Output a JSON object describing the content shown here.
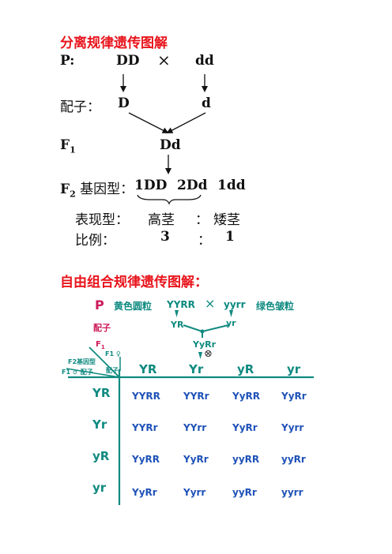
{
  "section1": {
    "title": "分离规律遗传图解",
    "p_label": "P:",
    "p_dd": "DD",
    "cross_symbol": "×",
    "p_rec": "dd",
    "gamete_label": "配子：",
    "gamete_d": "D",
    "gamete_r": "d",
    "f1_label": "F",
    "f1_sub": "1",
    "f1_value": "Dd",
    "f2_label": "F",
    "f2_sub": "2",
    "f2_genotype_label": " 基因型：",
    "f2_g1": "1DD",
    "f2_g2": "2Dd",
    "f2_g3": "1dd",
    "phenotype_label": "表现型：",
    "pheno_tall": "高茎",
    "colon1": "：",
    "pheno_short": "矮茎",
    "ratio_label": "比例：",
    "ratio_3": "3",
    "colon2": "：",
    "ratio_1": "1"
  },
  "section2": {
    "title": "自由组合规律遗传图解：",
    "p_label": "P",
    "parent1_pheno": "黄色圆粒",
    "parent1_geno": "YYRR",
    "cross_symbol": "×",
    "parent2_geno": "yyrr",
    "parent2_pheno": "绿色皱粒",
    "gamete_label": "配子",
    "gamete1": "YR",
    "gamete2": "yr",
    "f1_label": "F",
    "f1_sub": "1",
    "f1_geno": "YyRr",
    "selfing_symbol": "⊗",
    "corner_female": "F1 ♀",
    "corner_f2": "F2基因型",
    "corner_male": "F1 ♂ 配子",
    "corner_gamete": "配子",
    "col_headers": [
      "YR",
      "Yr",
      "yR",
      "yr"
    ],
    "row_headers": [
      "YR",
      "Yr",
      "yR",
      "yr"
    ],
    "grid": [
      [
        "YYRR",
        "YYRr",
        "YyRR",
        "YyRr"
      ],
      [
        "YYRr",
        "YYrr",
        "YyRr",
        "Yyrr"
      ],
      [
        "YyRR",
        "YyRr",
        "yyRR",
        "yyRr"
      ],
      [
        "YyRr",
        "Yyrr",
        "yyRr",
        "yyrr"
      ]
    ]
  }
}
